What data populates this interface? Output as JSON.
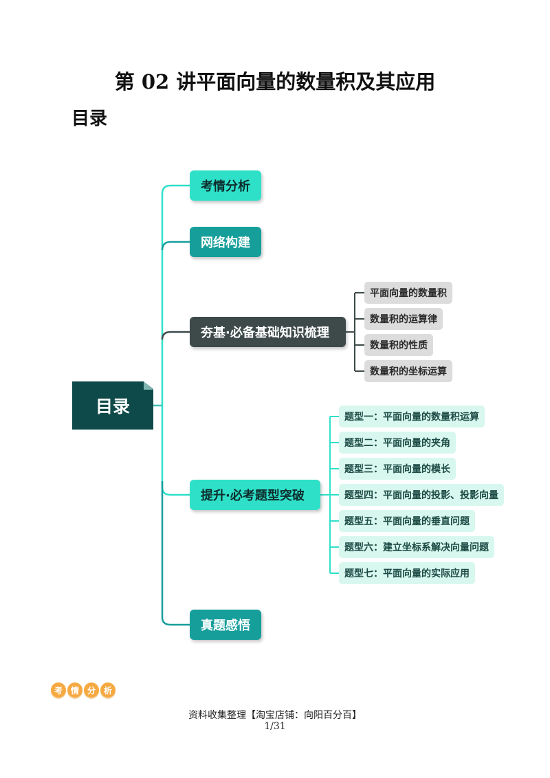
{
  "document": {
    "title": "第 02 讲平面向量的数量积及其应用",
    "toc_heading": "目录"
  },
  "mindmap": {
    "root": "目录",
    "sections": [
      {
        "label": "考情分析"
      },
      {
        "label": "网络构建"
      },
      {
        "label": "夯基·必备基础知识梳理",
        "children": [
          "平面向量的数量积",
          "数量积的运算律",
          "数量积的性质",
          "数量积的坐标运算"
        ]
      },
      {
        "label": "提升·必考题型突破",
        "children": [
          "题型一：平面向量的数量积运算",
          "题型二：平面向量的夹角",
          "题型三：平面向量的模长",
          "题型四：平面向量的投影、投影向量",
          "题型五：平面向量的垂直问题",
          "题型六：建立坐标系解决向量问题",
          "题型七：平面向量的实际应用"
        ]
      },
      {
        "label": "真题感悟"
      }
    ]
  },
  "bottom_badge": [
    "考",
    "情",
    "分",
    "析"
  ],
  "footer": {
    "text": "资料收集整理【淘宝店铺：向阳百分百】",
    "page": "1/31"
  },
  "colors": {
    "teal_light": "#2fe0c9",
    "teal_dark": "#169e9b",
    "slate": "#3e4a4a",
    "root": "#0f4a4a",
    "badge": "#f6a941"
  }
}
